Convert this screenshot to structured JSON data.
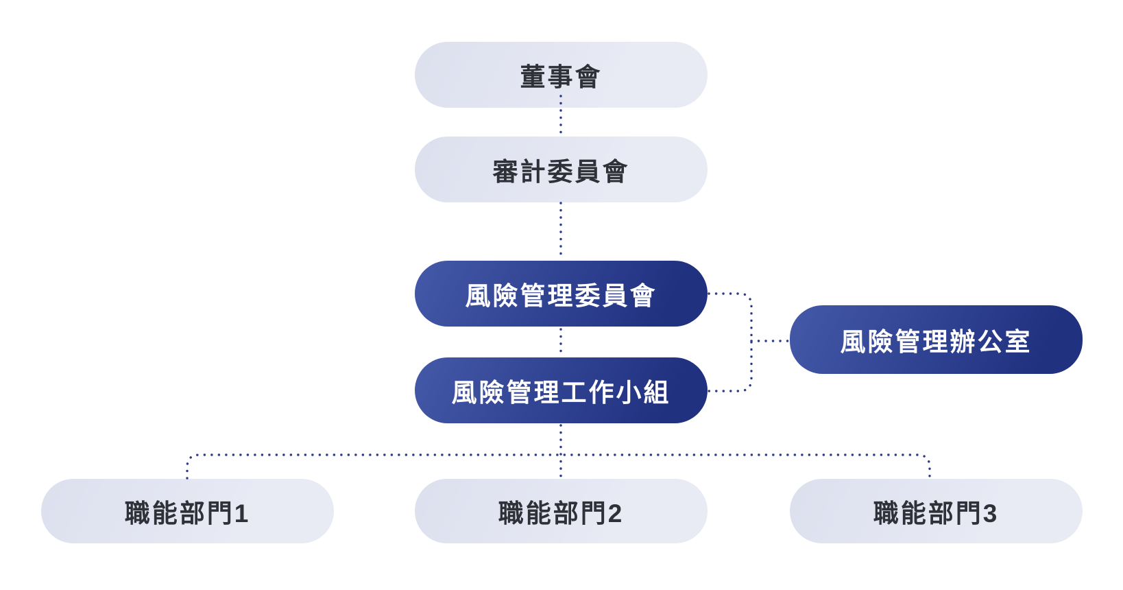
{
  "diagram": {
    "type": "org-chart",
    "nodes": {
      "board": {
        "label": "董事會"
      },
      "audit": {
        "label": "審計委員會"
      },
      "risk_committee": {
        "label": "風險管理委員會"
      },
      "work_group": {
        "label": "風險管理工作小組"
      },
      "office": {
        "label": "風險管理辦公室"
      },
      "dept1": {
        "label": "職能部門1"
      },
      "dept2": {
        "label": "職能部門2"
      },
      "dept3": {
        "label": "職能部門3"
      }
    },
    "edges": [
      {
        "from": "board",
        "to": "audit",
        "style": "dotted"
      },
      {
        "from": "audit",
        "to": "risk_committee",
        "style": "dotted"
      },
      {
        "from": "risk_committee",
        "to": "work_group",
        "style": "dotted"
      },
      {
        "from": "risk_committee",
        "to": "office",
        "style": "dotted-bracket"
      },
      {
        "from": "work_group",
        "to": "office",
        "style": "dotted-bracket"
      },
      {
        "from": "work_group",
        "to": "dept1",
        "style": "dotted"
      },
      {
        "from": "work_group",
        "to": "dept2",
        "style": "dotted"
      },
      {
        "from": "work_group",
        "to": "dept3",
        "style": "dotted"
      }
    ],
    "colors": {
      "background": "#ffffff",
      "light_node_fill_start": "#dce0ee",
      "light_node_fill_end": "#e8eaf4",
      "light_node_text": "#2f3138",
      "blue_node_fill_start": "#4459a8",
      "blue_node_fill_end": "#203180",
      "blue_node_text": "#ffffff",
      "connector": "#2b3a8b"
    }
  }
}
